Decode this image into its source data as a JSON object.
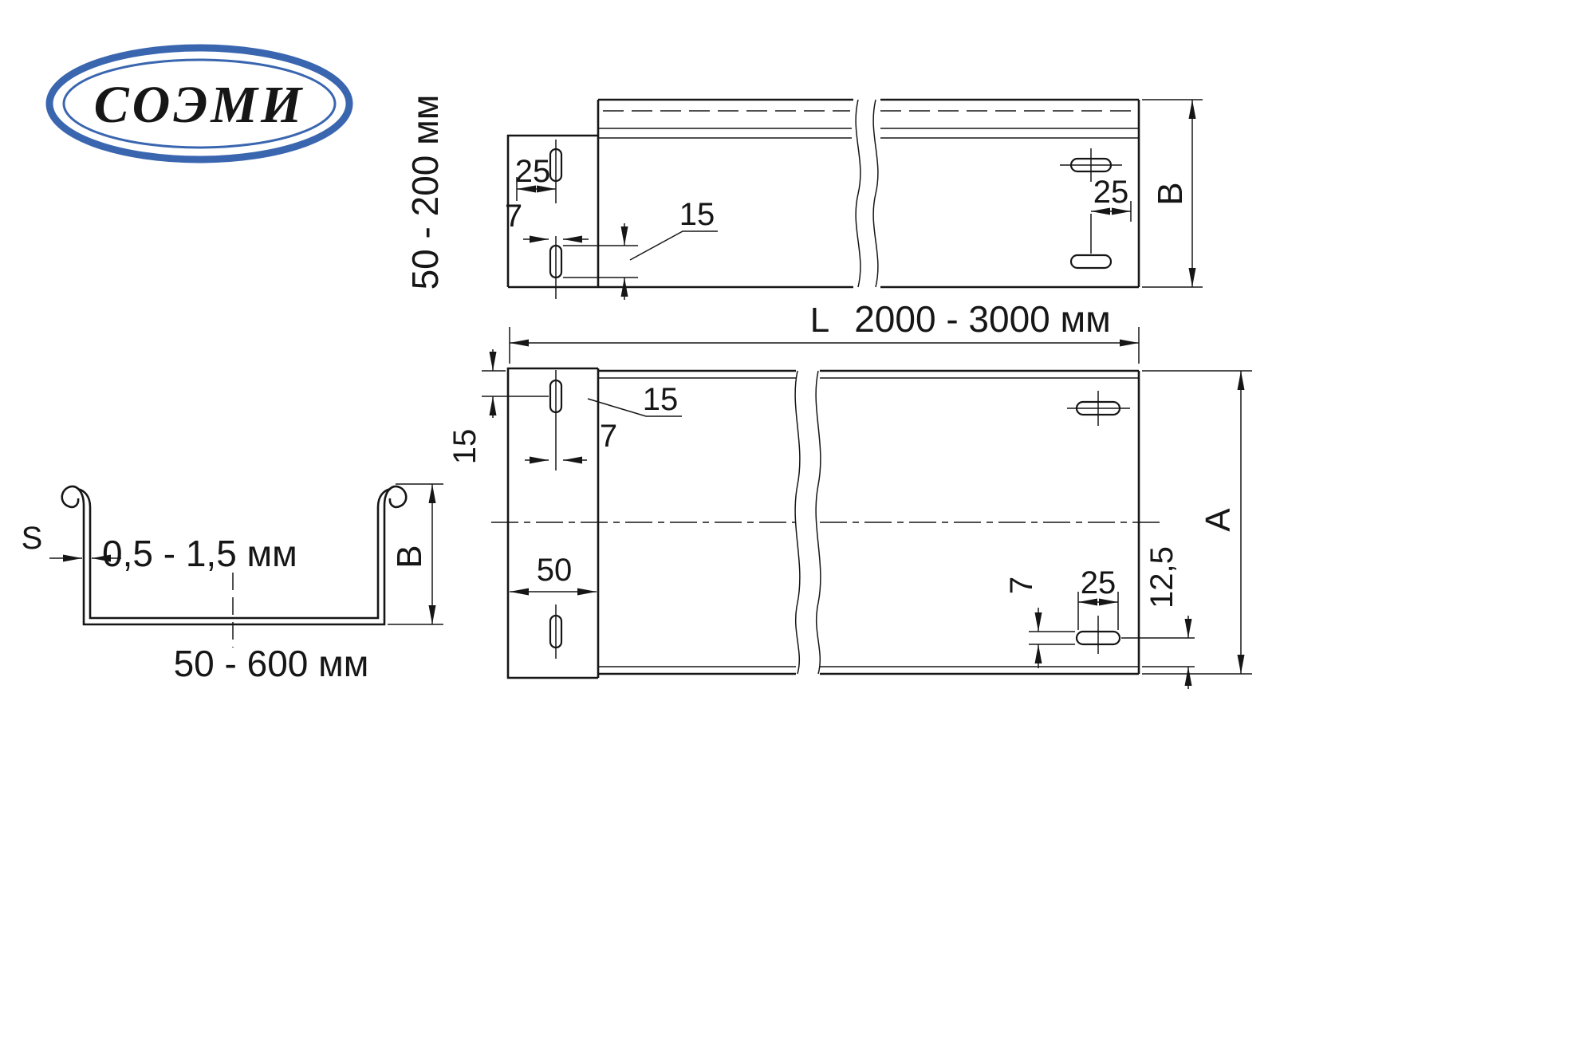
{
  "colors": {
    "logo_blue": "#3a66b0",
    "line": "#161616"
  },
  "logo": {
    "text": "СОЭМИ"
  },
  "side_view": {
    "height_range": "50 - 200 мм",
    "dim_flange_hole_offset": "25",
    "dim_slot_width": "7",
    "dim_slot_length": "15",
    "dim_slot_edge_offset": "25",
    "dim_height_letter": "B"
  },
  "plan_view": {
    "length_letter": "L",
    "length_range": "2000 - 3000 мм",
    "dim_edge_to_hole": "15",
    "dim_slot_length_leader": "15",
    "dim_slot_width_top": "7",
    "dim_flange_width": "50",
    "dim_slot_width_bottom": "7",
    "dim_slot_length_bottom": "25",
    "dim_hole_edge_offset": "12,5",
    "dim_width_letter": "A"
  },
  "cross_section": {
    "thickness_letter": "S",
    "thickness_range": "0,5 - 1,5 мм",
    "height_letter": "B",
    "width_range": "50 - 600 мм"
  }
}
